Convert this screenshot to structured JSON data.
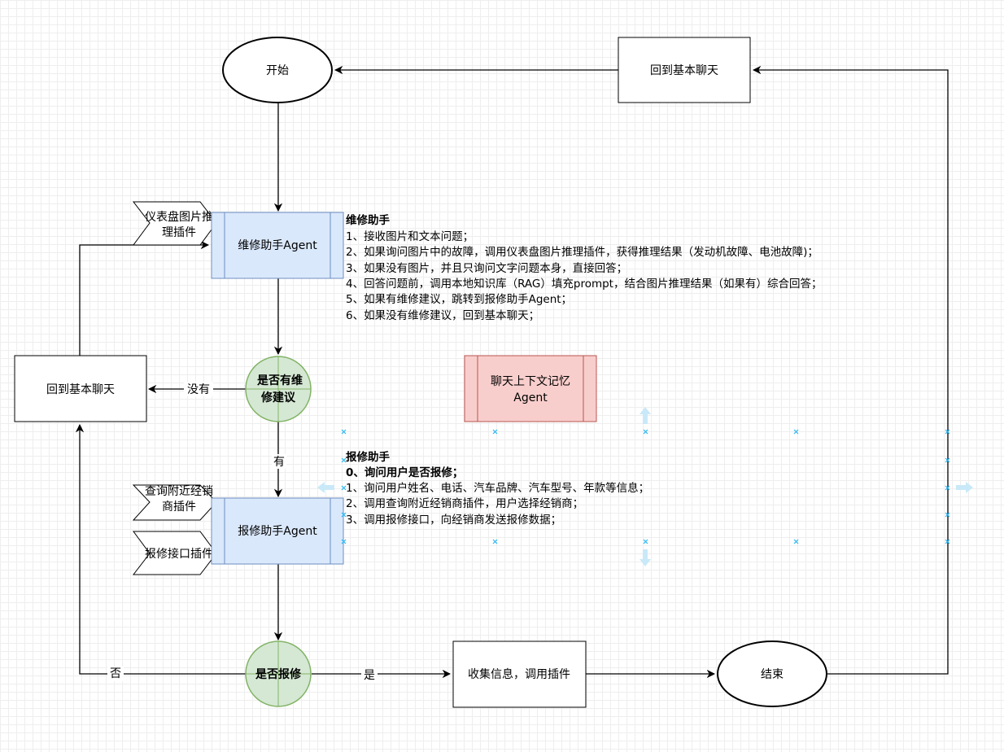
{
  "nodes": {
    "start": "开始",
    "back_to_chat_top": "回到基本聊天",
    "dashboard_plugin": [
      "仪表盘图片推",
      "理插件"
    ],
    "repair_agent": "维修助手Agent",
    "maintenance_decision": [
      "是否有维",
      "修建议"
    ],
    "back_to_chat_left": "回到基本聊天",
    "memory_agent": [
      "聊天上下文记忆",
      "Agent"
    ],
    "dealer_plugin": [
      "查询附近经销",
      "商插件"
    ],
    "report_plugin": "报修接口插件",
    "report_agent": "报修助手Agent",
    "report_decision": "是否报修",
    "collect_info": "收集信息，调用插件",
    "end": "结束"
  },
  "edges": {
    "none": "没有",
    "yes_have": "有",
    "no": "否",
    "yes": "是"
  },
  "notes": {
    "repair": {
      "title": "维修助手",
      "lines": [
        "1、接收图片和文本问题；",
        "2、如果询问图片中的故障，调用仪表盘图片推理插件，获得推理结果（发动机故障、电池故障)；",
        "3、如果没有图片，并且只询问文字问题本身，直接回答；",
        "4、回答问题前，调用本地知识库（RAG）填充prompt，结合图片推理结果（如果有）综合回答；",
        "5、如果有维修建议，跳转到报修助手Agent；",
        "6、如果没有维修建议，回到基本聊天；"
      ]
    },
    "report": {
      "title": "报修助手",
      "subtitle": "0、询问用户是否报修；",
      "lines": [
        "1、询问用户姓名、电话、汽车品牌、汽车型号、年款等信息；",
        "2、调用查询附近经销商插件，用户选择经销商；",
        "3、调用报修接口，向经销商发送报修数据；"
      ]
    }
  },
  "colors": {
    "agent_fill": "#dae8fc",
    "agent_stroke": "#6c8ebf",
    "decision_fill": "#d5e8d4",
    "decision_stroke": "#82b366",
    "memory_fill": "#f8cecc",
    "memory_stroke": "#b85450",
    "handle": "#29b6f2"
  }
}
